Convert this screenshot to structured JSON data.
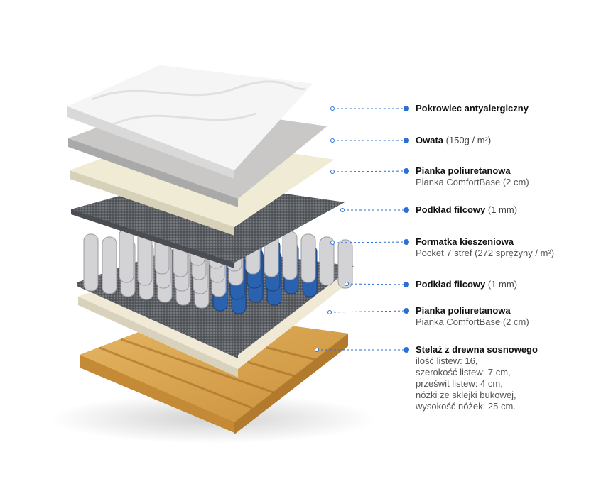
{
  "accent_color": "#2a6fd6",
  "layers": [
    {
      "title": "Pokrowiec antyalergiczny",
      "detail": "",
      "lines": []
    },
    {
      "title": "Owata",
      "detail": "(150g / m²)",
      "lines": []
    },
    {
      "title": "Pianka poliuretanowa",
      "detail": "",
      "lines": [
        "Pianka ComfortBase (2 cm)"
      ]
    },
    {
      "title": "Podkład filcowy",
      "detail": "(1 mm)",
      "lines": []
    },
    {
      "title": "Formatka kieszeniowa",
      "detail": "",
      "lines": [
        "Pocket 7 stref (272 sprężyny / m²)"
      ]
    },
    {
      "title": "Podkład filcowy",
      "detail": "(1 mm)",
      "lines": []
    },
    {
      "title": "Pianka poliuretanowa",
      "detail": "",
      "lines": [
        "Pianka ComfortBase (2 cm)"
      ]
    },
    {
      "title": "Stelaż z drewna sosnowego",
      "detail": "",
      "lines": [
        "ilość listew: 16,",
        "szerokość listew: 7 cm,",
        "prześwit listew: 4 cm,",
        "nóżki ze sklejki bukowej,",
        "wysokość nóżek: 25 cm."
      ]
    }
  ]
}
